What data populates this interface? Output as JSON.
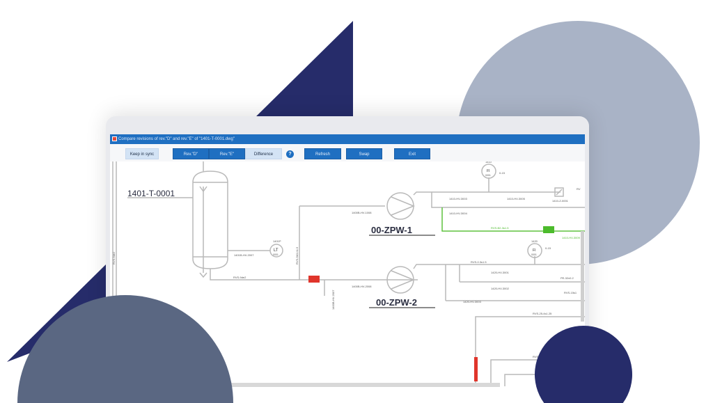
{
  "window": {
    "title": "Compare revisions of rev.\"D\" and rev.\"E\" of \"1401-T-0001.dwg\""
  },
  "toolbar": {
    "keep_in_sync": "Keep in sync",
    "rev_d": "Rev.\"D\"",
    "rev_e": "Rev.\"E\"",
    "difference": "Difference",
    "help": "?",
    "refresh": "Refresh",
    "swap": "Swap",
    "exit": "Exit"
  },
  "diagram": {
    "tank_label": "1401-T-0001",
    "pump1_label": "00-ZPW-1",
    "pump2_label": "00-ZPW-2",
    "left_line": "RVS-9de2",
    "line_bottom": "RVS-9de2",
    "line_vertical": "RVS-9b3-h1.5",
    "lt_tag": "1401P",
    "lt_code": "LT",
    "lt_num": "0001",
    "lt_valve": "1401B-HV-2007",
    "valve_p1": "1400B-HV-1008",
    "valve_p2": "1400B-HV-2008",
    "drain_valve": "1400B-HV-2007",
    "fi1_tag": "1410",
    "fi1_code": "FI",
    "fi1_num": "0001",
    "fi1_range": "0-15",
    "v_1410_3003": "1410-HV-3003",
    "v_1410_3005": "1410-HV-3005",
    "v_1410_3004": "1410-HV-3004",
    "v_1410_z": "1410-Z-0001",
    "rv": "RV",
    "green_line": "RVS-B2-3s1.5",
    "green_valve": "1410-HV-3009",
    "fi2_tag": "1420",
    "fi2_code": "FI",
    "fi2_num": "0001",
    "fi2_range": "0-15",
    "line_1420": "RVS-0.3s1.5",
    "v_1420_3001": "1420-HV-3001",
    "v_1420_3002": "1420-HV-3002",
    "v_1420_3003": "1420-HV-3003",
    "pe_line": "PE-32x0.2",
    "rvs_15": "RVS-15s1",
    "rvs_25": "RVS-25-4s1.25",
    "rvs_2": "RVS-2"
  },
  "colors": {
    "navy": "#262c6a",
    "slate": "#5a6782",
    "gray_circle": "#a9b3c6",
    "accent": "#1f6fc1",
    "added": "#4cbb2c",
    "removed": "#e0352b"
  }
}
